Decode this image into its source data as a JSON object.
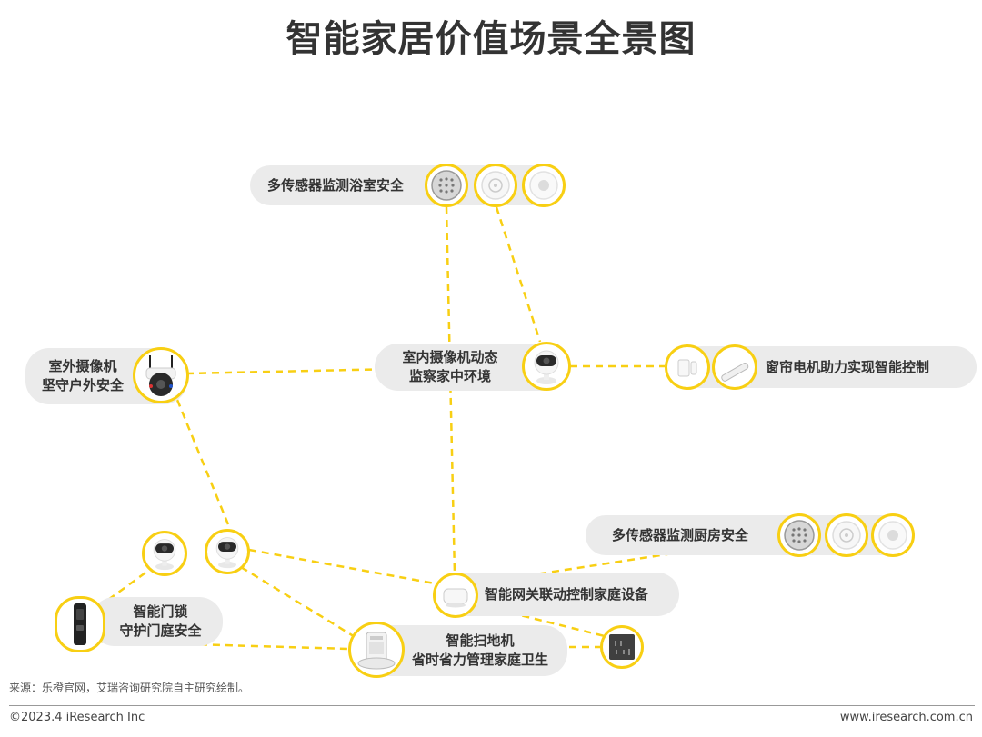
{
  "title": "智能家居价值场景全景图",
  "colors": {
    "accent": "#f8cf13",
    "pill": "#ebebeb",
    "text": "#333333"
  },
  "scenes": {
    "bathroom": "多传感器监测浴室安全",
    "indoor_camera": [
      "室内摄像机动态",
      "监察家中环境"
    ],
    "curtain": "窗帘电机助力实现智能控制",
    "outdoor_camera": [
      "室外摄像机",
      "坚守户外安全"
    ],
    "kitchen": "多传感器监测厨房安全",
    "gateway": "智能网关联动控制家庭设备",
    "door_lock": [
      "智能门锁",
      "守护门庭安全"
    ],
    "robot": [
      "智能扫地机",
      "省时省力管理家庭卫生"
    ]
  },
  "devices": {
    "bath_sensors": [
      "speaker-icon",
      "smoke-sensor-icon",
      "button-sensor-icon"
    ],
    "indoor_camera": "indoor-camera-icon",
    "curtain": [
      "door-sensor-icon",
      "curtain-motor-icon"
    ],
    "outdoor_camera": "outdoor-camera-icon",
    "kitchen_sensors": [
      "speaker-icon",
      "smoke-sensor-icon",
      "button-sensor-icon"
    ],
    "gateway": "gateway-icon",
    "door_lock": "door-lock-icon",
    "robot": "robot-vacuum-icon",
    "socket": "wall-socket-icon",
    "small_cameras": [
      "indoor-camera-icon",
      "indoor-camera-icon"
    ]
  },
  "footer": {
    "source": "来源：乐橙官网，艾瑞咨询研究院自主研究绘制。",
    "copyright": "©2023.4 iResearch Inc",
    "website": "www.iresearch.com.cn"
  }
}
